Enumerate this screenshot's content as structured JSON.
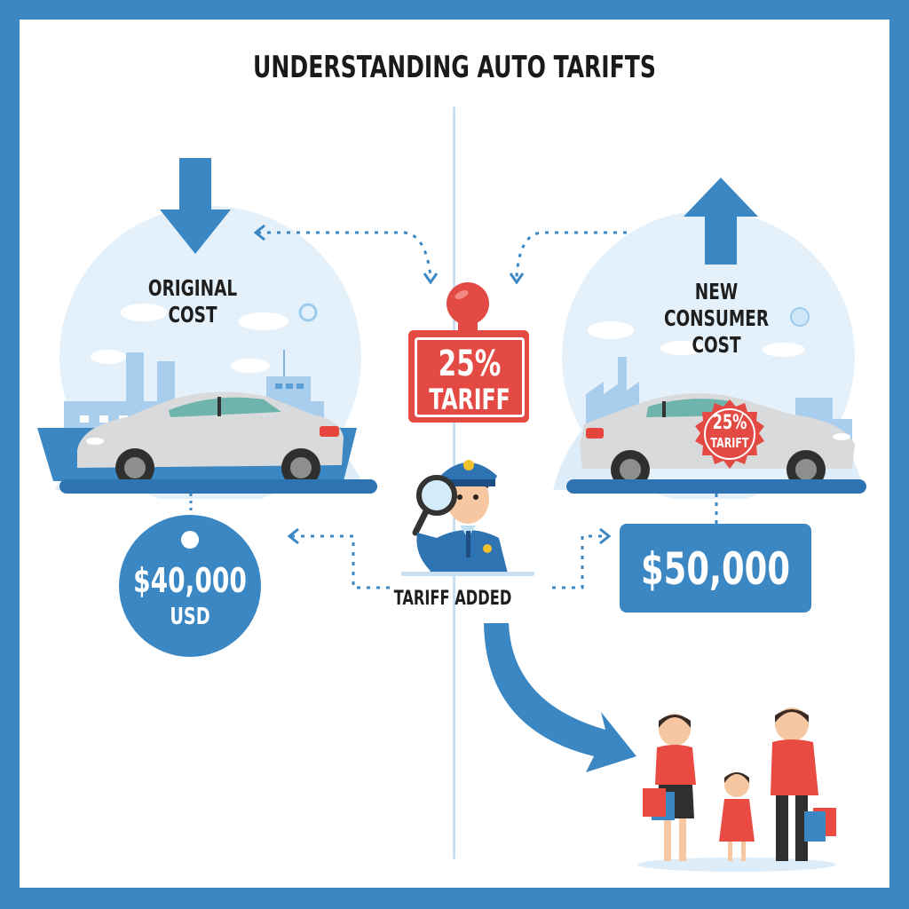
{
  "title": "UNDERSTANDING AUTO TARIFTS",
  "colors": {
    "frame": "#3a87c4",
    "primary_blue": "#3a87c4",
    "light_blue": "#dcedf9",
    "tariff_red": "#e34a43",
    "text_dark": "#1e1e1e",
    "background": "#ffffff"
  },
  "left_panel": {
    "heading_line1": "ORIGINAL",
    "heading_line2": "COST",
    "arrow_direction": "down",
    "price": "$40,000",
    "currency": "USD"
  },
  "center": {
    "stamp_percent": "25%",
    "stamp_word": "TARIFF",
    "officer_caption": "TARIFF ADDED"
  },
  "right_panel": {
    "heading_line1": "NEW CONSUMER",
    "heading_line2": "COST",
    "arrow_direction": "up",
    "seal_percent": "25%",
    "seal_word": "TARIFT",
    "price": "$50,000"
  },
  "icons": [
    "down-arrow-icon",
    "up-arrow-icon",
    "rubber-stamp-icon",
    "customs-officer-icon",
    "magnifying-glass-icon",
    "car-icon",
    "cargo-ship-icon",
    "factory-icon",
    "price-tag-icon",
    "tariff-seal-icon",
    "curved-arrow-icon",
    "family-shoppers-icon"
  ]
}
